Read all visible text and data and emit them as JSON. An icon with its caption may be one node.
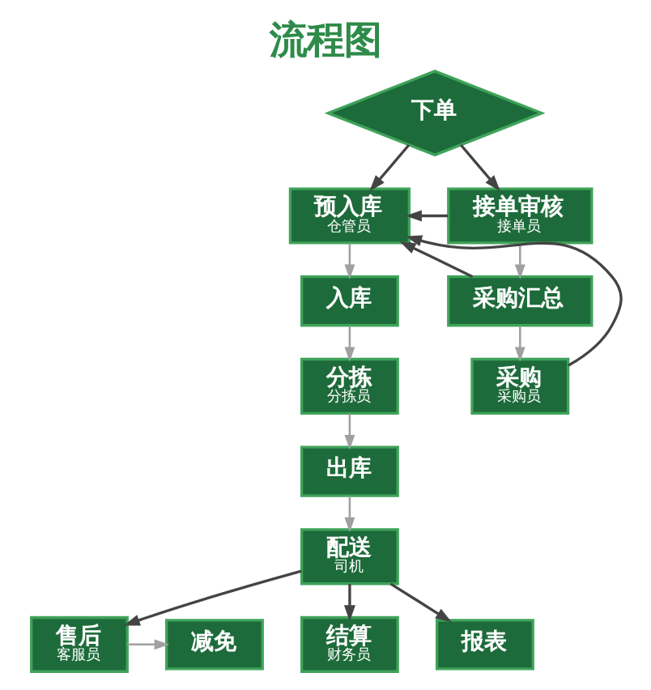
{
  "diagram": {
    "title": "流程图",
    "nodes": [
      {
        "text": [
          "下单"
        ]
      },
      {
        "text": [
          "预入库",
          "仓管员"
        ]
      },
      {
        "text": [
          "入库"
        ]
      },
      {
        "text": [
          "分拣",
          "分拣员"
        ]
      },
      {
        "text": [
          "出库"
        ]
      },
      {
        "text": [
          "配送",
          "司机"
        ]
      },
      {
        "text": [
          "接单审核",
          "接单员"
        ]
      },
      {
        "text": [
          "采购汇总"
        ]
      },
      {
        "text": [
          "采购",
          "采购员"
        ]
      },
      {
        "text": [
          "售后",
          "客服员"
        ]
      },
      {
        "text": [
          "结算",
          "财务员"
        ]
      },
      {
        "text": [
          "报表"
        ]
      },
      {
        "text": [
          "减免"
        ]
      }
    ],
    "edges": [
      {
        "from": 0,
        "to": 1,
        "arrow": "to"
      },
      {
        "from": 0,
        "to": 6,
        "arrow": "to"
      },
      {
        "from": 6,
        "to": 1,
        "arrow": "to"
      },
      {
        "from": 7,
        "to": 1,
        "arrow": "to"
      },
      {
        "from": 8,
        "to": 1,
        "arrow": "to"
      },
      {
        "from": 1,
        "to": 2,
        "arrow": "to",
        "color": "#a0a0a0"
      },
      {
        "from": 2,
        "to": 3,
        "arrow": "to",
        "color": "#a0a0a0"
      },
      {
        "from": 3,
        "to": 4,
        "arrow": "to",
        "color": "#a0a0a0"
      },
      {
        "from": 4,
        "to": 5,
        "arrow": "to",
        "color": "#a0a0a0"
      },
      {
        "from": 6,
        "to": 7,
        "arrow": "to",
        "color": "#a0a0a0"
      },
      {
        "from": 7,
        "to": 8,
        "arrow": "to",
        "color": "#a0a0a0"
      },
      {
        "from": 5,
        "to": 9,
        "arrow": "to"
      },
      {
        "from": 5,
        "to": 10,
        "arrow": "to"
      },
      {
        "from": 5,
        "to": 11,
        "arrow": "to"
      },
      {
        "from": 9,
        "to": 12,
        "arrow": "to",
        "color": "#a0a0a0"
      }
    ]
  }
}
